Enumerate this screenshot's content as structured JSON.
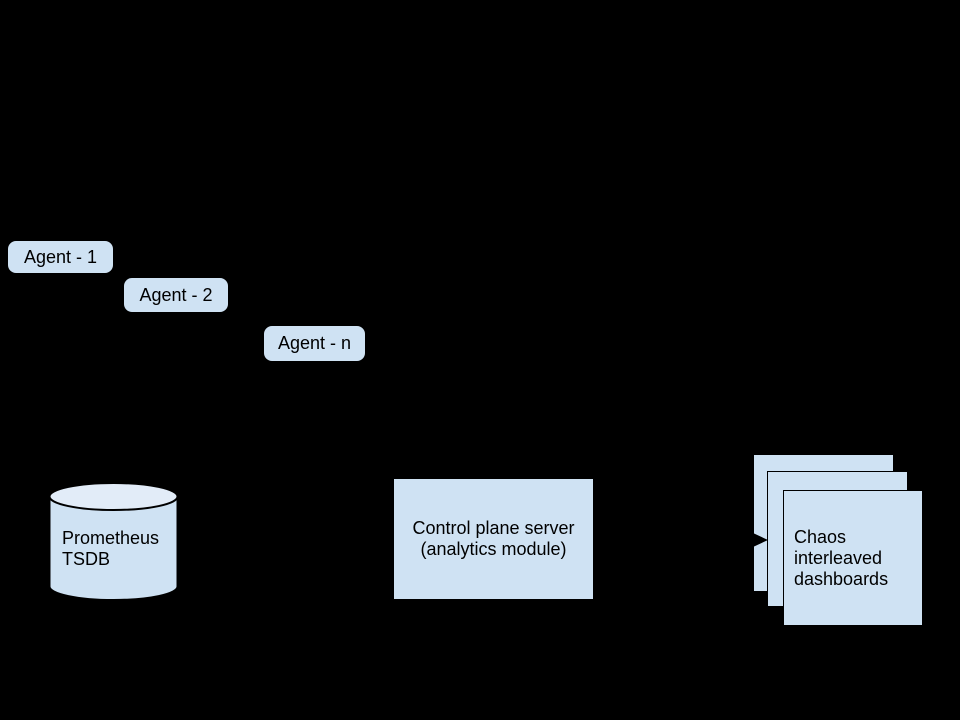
{
  "diagram": {
    "background_color": "#000000",
    "node_fill_color": "#cfe2f3",
    "cylinder_top_fill_color": "#e2ecf8",
    "outline_color": "#000000",
    "text_color": "#000000",
    "agents": [
      {
        "label": "Agent - 1"
      },
      {
        "label": "Agent - 2"
      },
      {
        "label": "Agent - n"
      }
    ],
    "prometheus": {
      "label": "Prometheus\nTSDB"
    },
    "control_plane": {
      "label": "Control plane server\n(analytics module)"
    },
    "dashboards": {
      "label": "Chaos\ninterleaved\ndashboards",
      "card_count": 3,
      "arrowhead": {
        "direction": "right"
      }
    }
  }
}
